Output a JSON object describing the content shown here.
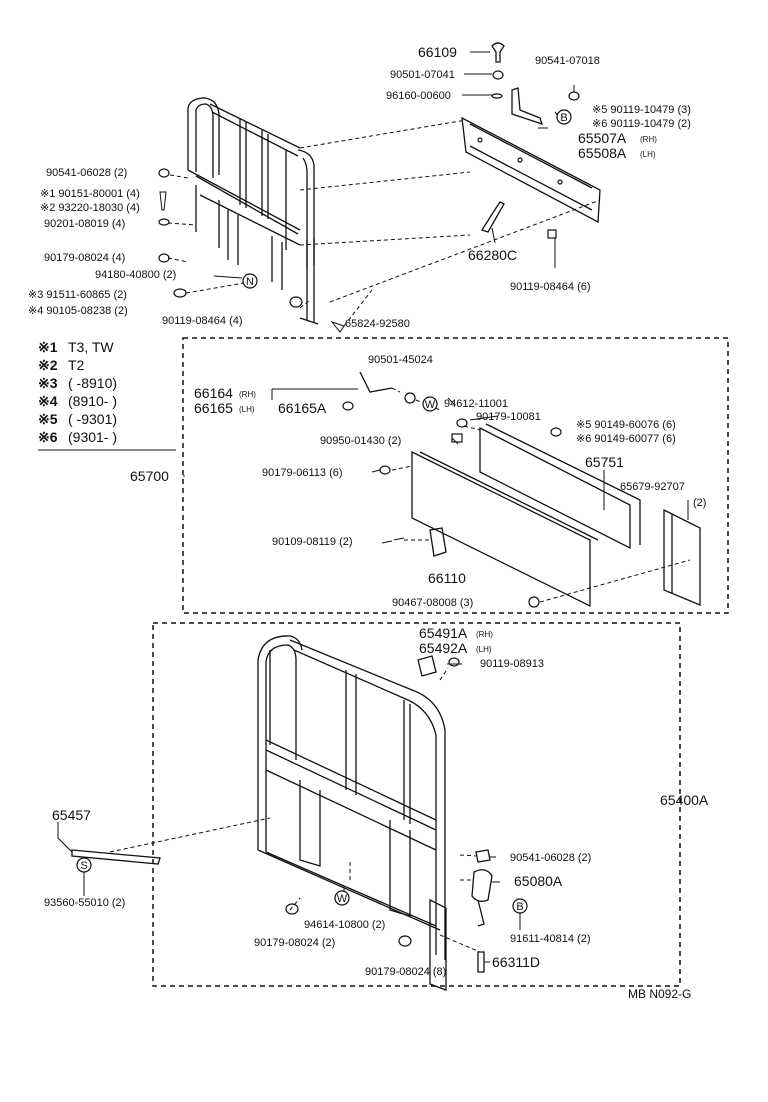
{
  "drawing_code": "MB N092-G",
  "notes": [
    {
      "mark": "※1",
      "text": "T3, TW"
    },
    {
      "mark": "※2",
      "text": "T2"
    },
    {
      "mark": "※3",
      "text": "(      -8910)"
    },
    {
      "mark": "※4",
      "text": "(8910-        )"
    },
    {
      "mark": "※5",
      "text": "(      -9301)"
    },
    {
      "mark": "※6",
      "text": "(9301-        )"
    }
  ],
  "callouts": {
    "c1": "66109",
    "c2": "90501-07041",
    "c3": "96160-00600",
    "c4": "90541-07018",
    "c5": "※5 90119-10479 (3)",
    "c6": "※6 90119-10479 (2)",
    "c7": "65507A",
    "c7s": "(RH)",
    "c8": "65508A",
    "c8s": "(LH)",
    "c9": "90541-06028 (2)",
    "c10": "※1 90151-80001 (4)",
    "c11": "※2 93220-18030 (4)",
    "c12": "90201-08019 (4)",
    "c13": "90179-08024 (4)",
    "c14": "94180-40800 (2)",
    "c15": "※3 91511-60865 (2)",
    "c16": "※4 90105-08238 (2)",
    "c17": "90119-08464 (4)",
    "c18": "65824-92580",
    "c19": "66280C",
    "c20": "90119-08464 (6)",
    "c21": "90501-45024",
    "c22": "66164",
    "c22s": "(RH)",
    "c23": "66165",
    "c23s": "(LH)",
    "c24": "66165A",
    "c25": "94612-11001",
    "c26": "90179-10081",
    "c27": "90950-01430 (2)",
    "c28": "※5 90149-60076 (6)",
    "c29": "※6 90149-60077 (6)",
    "c30": "65700",
    "c31": "90179-06113 (6)",
    "c32": "65751",
    "c33": "65679-92707",
    "c34": "(2)",
    "c35": "90109-08119 (2)",
    "c36": "66110",
    "c37": "90467-08008 (3)",
    "c38": "65491A",
    "c38s": "(RH)",
    "c39": "65492A",
    "c39s": "(LH)",
    "c40": "90119-08913",
    "c41": "65400A",
    "c42": "65457",
    "c43": "93560-55010 (2)",
    "c44": "90541-06028 (2)",
    "c45": "65080A",
    "c46": "94614-10800 (2)",
    "c47": "91611-40814 (2)",
    "c48": "90179-08024 (2)",
    "c49": "90179-08024 (8)",
    "c50": "66311D"
  },
  "badges": {
    "b": "B",
    "n": "N",
    "w": "W",
    "s": "S"
  }
}
